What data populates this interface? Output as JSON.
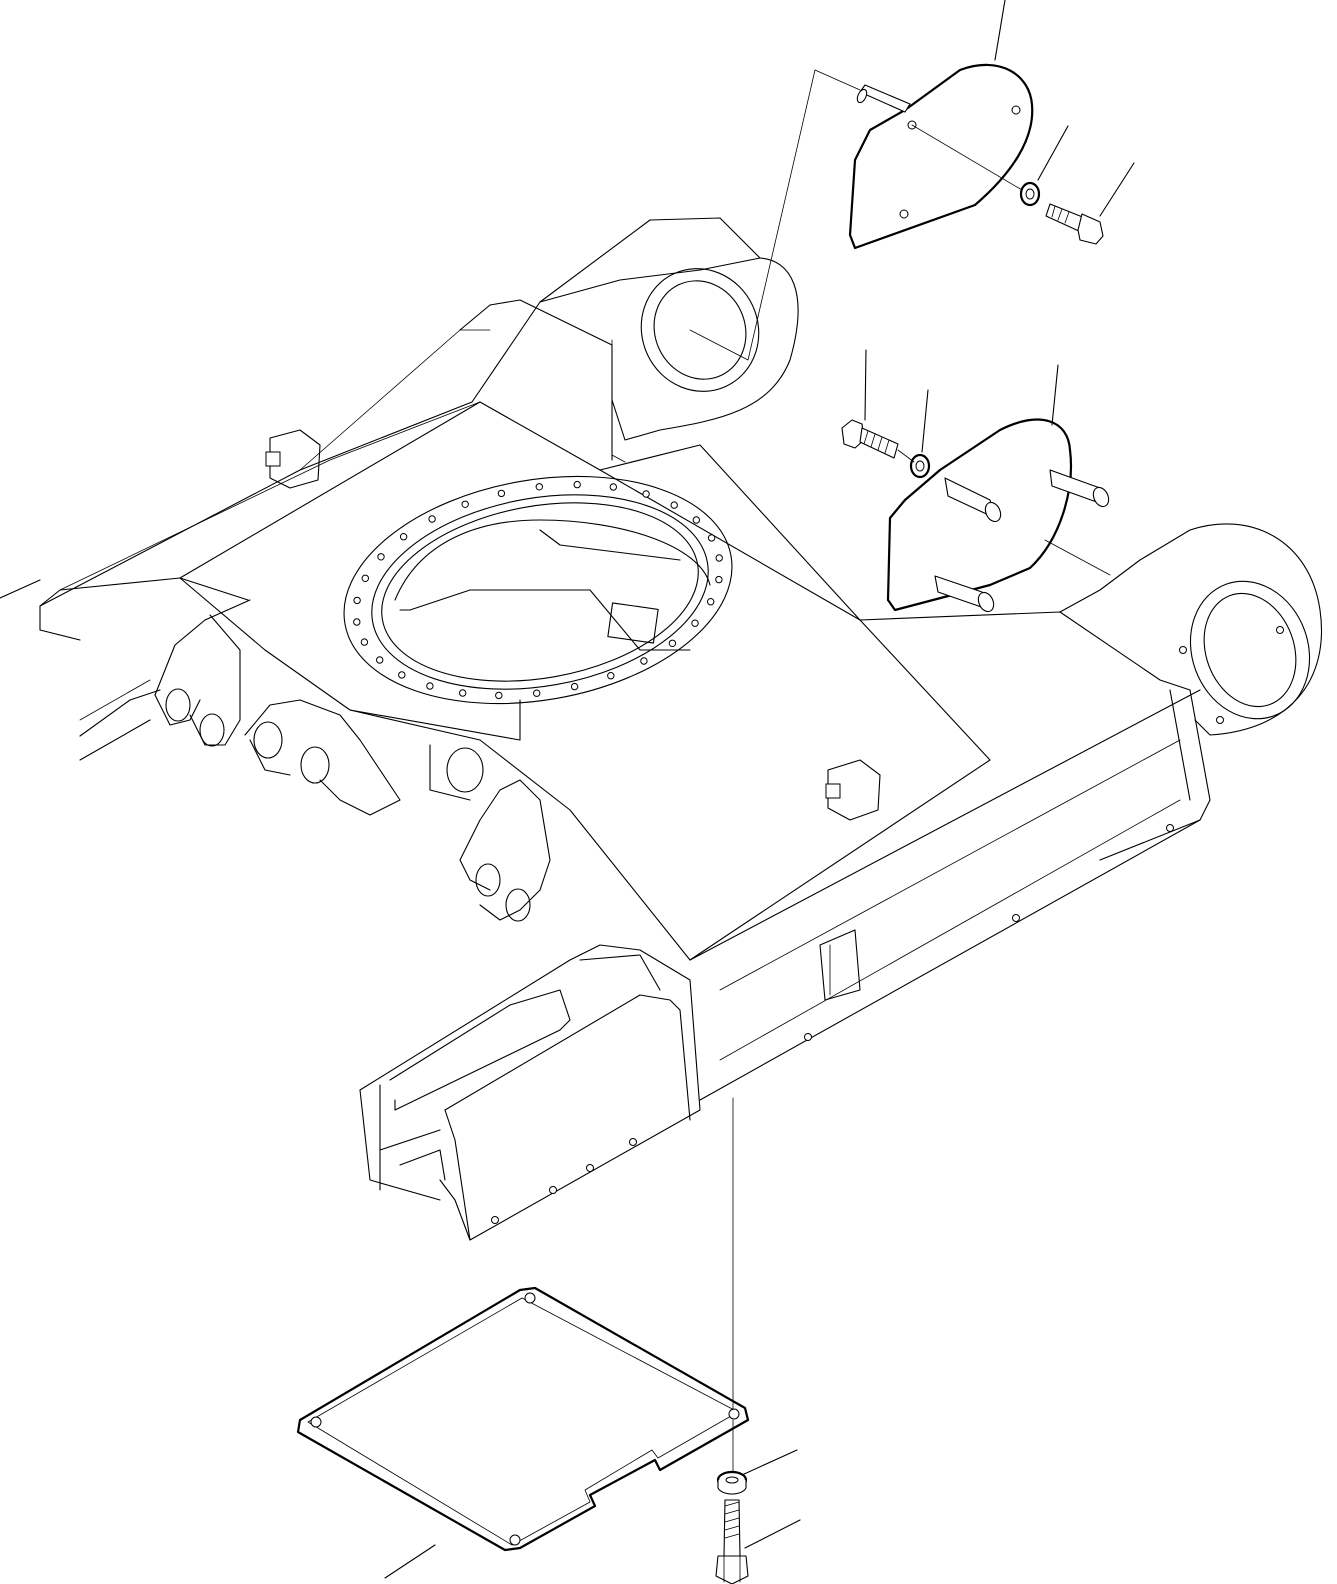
{
  "figure": {
    "kind": "exploded parts illustration",
    "style": "black line art on white"
  },
  "colors": {
    "background": "#ffffff",
    "line": "#000000"
  },
  "components": [
    "track-frame",
    "upper-cover-plate",
    "upper-washer",
    "upper-bolt",
    "middle-cover-plate",
    "middle-bolt",
    "middle-washer",
    "under-cover-plate",
    "lower-washer",
    "lower-bolt"
  ],
  "callouts": [
    {
      "part": "upper-cover-plate",
      "text": ""
    },
    {
      "part": "upper-washer",
      "text": ""
    },
    {
      "part": "upper-bolt",
      "text": ""
    },
    {
      "part": "middle-bolt",
      "text": ""
    },
    {
      "part": "middle-washer",
      "text": ""
    },
    {
      "part": "middle-cover-plate",
      "text": ""
    },
    {
      "part": "track-frame",
      "text": ""
    },
    {
      "part": "lower-washer",
      "text": ""
    },
    {
      "part": "lower-bolt",
      "text": ""
    },
    {
      "part": "under-cover-plate",
      "text": ""
    }
  ]
}
